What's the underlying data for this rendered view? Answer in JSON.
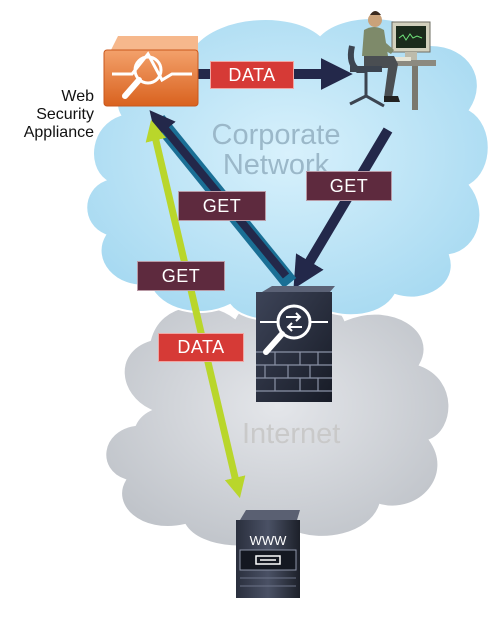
{
  "labels": {
    "wsa": [
      "Web",
      "Security",
      "Appliance"
    ],
    "corporate": [
      "Corporate",
      "Network"
    ],
    "internet": "Internet"
  },
  "tags": {
    "data_top": "DATA",
    "get_right": "GET",
    "get_center": "GET",
    "get_left": "GET",
    "data_bottom": "DATA"
  },
  "server_label": "WWW",
  "colors": {
    "corporate_cloud": "#b9e3f7",
    "internet_cloud": "#cfd3d9",
    "navy_arrow": "#23284a",
    "teal_arrow": "#1a6f95",
    "lime_arrow": "#b9d62b",
    "wsa_orange": "#e9742f",
    "data_red": "#d63a36",
    "get_maroon": "#5e2a3e"
  },
  "icons": [
    "web-security-appliance-icon",
    "user-at-computer-icon",
    "firewall-icon",
    "web-server-icon"
  ]
}
